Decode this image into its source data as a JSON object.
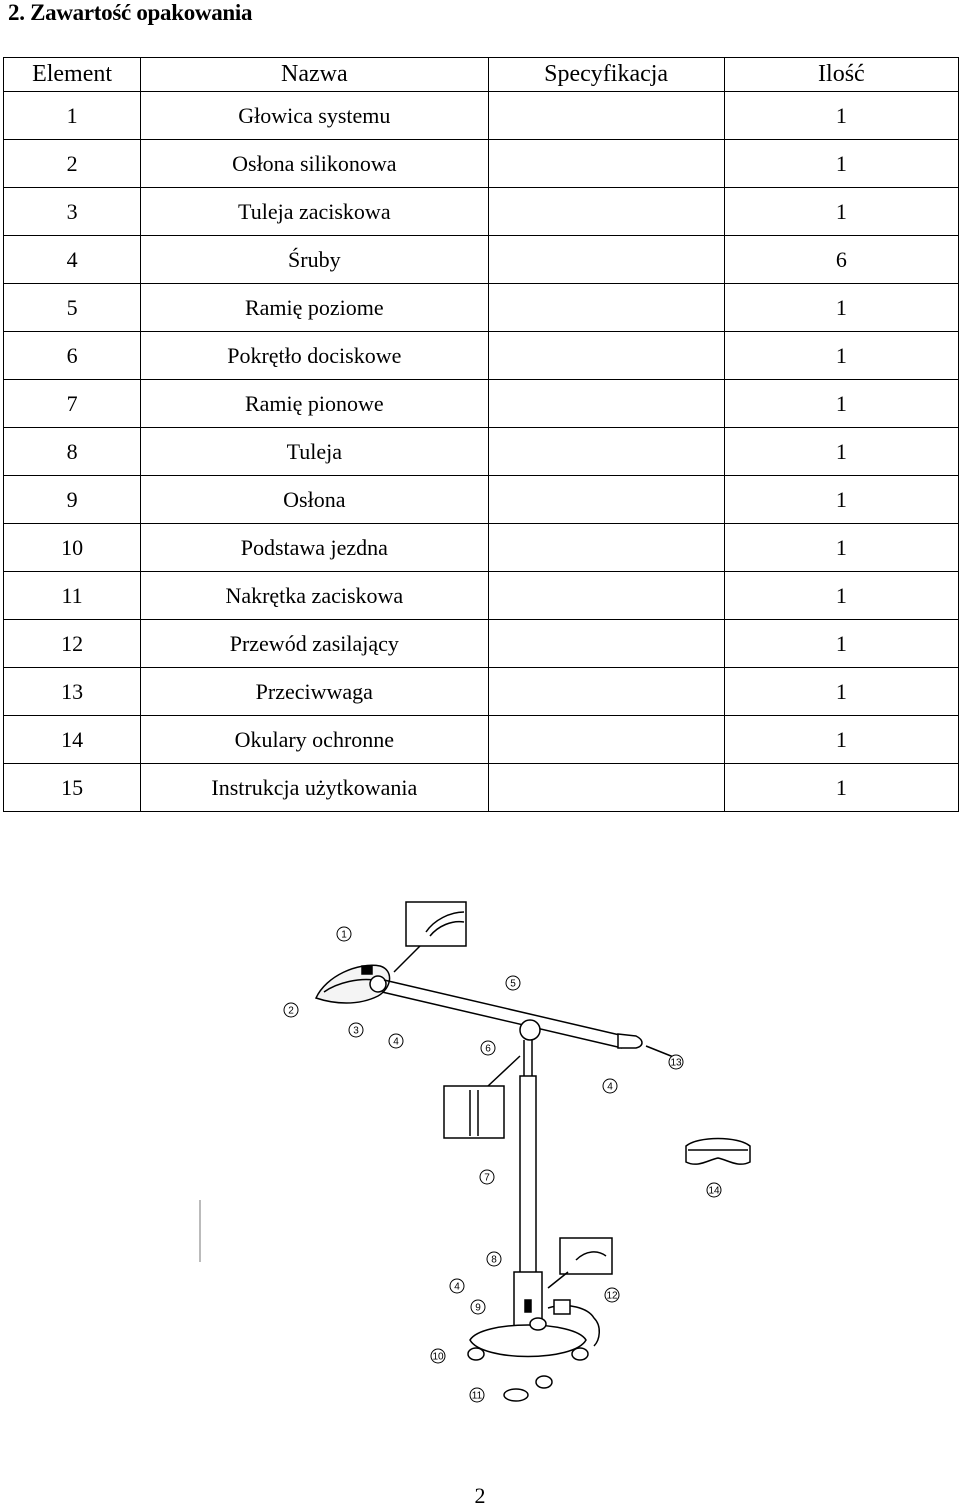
{
  "section": {
    "title": "2. Zawartość opakowania"
  },
  "table": {
    "headers": [
      "Element",
      "Nazwa",
      "Specyfikacja",
      "Ilość"
    ],
    "rows": [
      [
        "1",
        "Głowica systemu",
        "",
        "1"
      ],
      [
        "2",
        "Osłona silikonowa",
        "",
        "1"
      ],
      [
        "3",
        "Tuleja zaciskowa",
        "",
        "1"
      ],
      [
        "4",
        "Śruby",
        "",
        "6"
      ],
      [
        "5",
        "Ramię poziome",
        "",
        "1"
      ],
      [
        "6",
        "Pokrętło dociskowe",
        "",
        "1"
      ],
      [
        "7",
        "Ramię pionowe",
        "",
        "1"
      ],
      [
        "8",
        "Tuleja",
        "",
        "1"
      ],
      [
        "9",
        "Osłona",
        "",
        "1"
      ],
      [
        "10",
        "Podstawa jezdna",
        "",
        "1"
      ],
      [
        "11",
        "Nakrętka zaciskowa",
        "",
        "1"
      ],
      [
        "12",
        "Przewód zasilający",
        "",
        "1"
      ],
      [
        "13",
        "Przeciwwaga",
        "",
        "1"
      ],
      [
        "14",
        "Okulary ochronne",
        "",
        "1"
      ],
      [
        "15",
        "Instrukcja użytkowania",
        "",
        "1"
      ]
    ]
  },
  "figure": {
    "callouts": [
      "1",
      "2",
      "3",
      "4",
      "5",
      "6",
      "4",
      "7",
      "8",
      "4",
      "9",
      "10",
      "11",
      "12",
      "13",
      "14"
    ]
  },
  "footer": {
    "page_number": "2"
  }
}
